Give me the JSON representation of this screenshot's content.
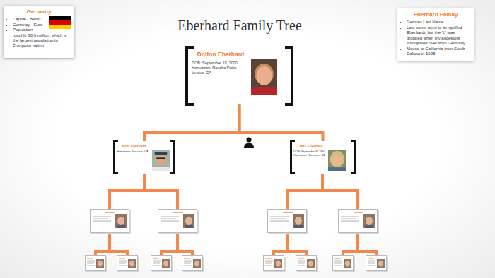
{
  "diagram": {
    "title": "Eberhard Family Tree",
    "nodes": [
      {
        "text": [
          "Germany",
          "Capital - Berlin",
          "Currency - Euro",
          "Population - roughly 80.6 million, which is the largest population in European nation."
        ]
      },
      {
        "text": [
          "Eberhard Family",
          "German Last Name",
          "Last name used to be spelled Eberhardt, but the \"t\" was dropped when my ancestors immigrated over from Germany",
          "Moved to California from South Dakota in 1928"
        ]
      },
      {
        "text": [
          "Dolton Eberhard",
          "DOB: September 19, 2000",
          "Hometown: Rancho Palos Verdes, CA"
        ]
      },
      {
        "text": [
          "John Eberhard",
          "Hometown: Torrance, CA"
        ]
      },
      {
        "text": [
          "Chris Eberhard",
          "DOB: September 9, 1963",
          "Hometown: Torrance, CA"
        ]
      }
    ],
    "edges": [
      {
        "from": 2,
        "to": 3,
        "arrow": "none"
      },
      {
        "from": 2,
        "to": 4,
        "arrow": "none"
      }
    ]
  }
}
